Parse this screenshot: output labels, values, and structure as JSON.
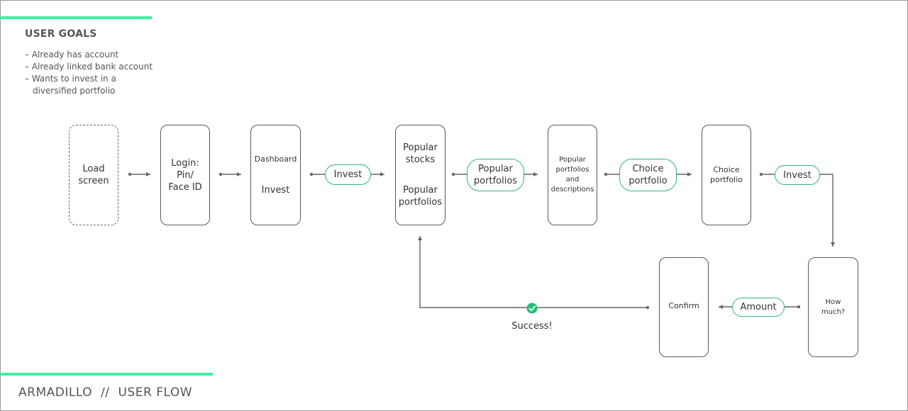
{
  "header": {
    "goals_title": "USER GOALS",
    "goals": [
      "– Already has account",
      "– Already linked bank account",
      "– Wants to invest in a",
      "diversified portfolio"
    ]
  },
  "footer": {
    "brand": "ARMADILLO",
    "separator": "//",
    "subtitle": "USER FLOW"
  },
  "screens": {
    "load": [
      "Load",
      "screen"
    ],
    "login": [
      "Login:",
      "Pin/",
      "Face ID"
    ],
    "dashboard": [
      "Dashboard",
      "Invest"
    ],
    "popular_stocks": [
      "Popular",
      "stocks"
    ],
    "popular_portfolios": [
      "Popular",
      "portfolios"
    ],
    "portfolio_descriptions": [
      "Popular",
      "portfolios",
      "and",
      "descriptions"
    ],
    "choice_portfolio": [
      "Choice",
      "portfolio"
    ],
    "how_much": [
      "How",
      "much?"
    ],
    "confirm": [
      "Confirm"
    ]
  },
  "actions": {
    "invest_1": [
      "Invest"
    ],
    "popular_portfolios": [
      "Popular",
      "portfolios"
    ],
    "choice_portfolio": [
      "Choice",
      "portfolio"
    ],
    "invest_2": [
      "Invest"
    ],
    "amount": [
      "Amount"
    ]
  },
  "success": {
    "label": "Success!"
  },
  "colors": {
    "accent": "#3ef0a0",
    "pill_border": "#2fb57c",
    "success": "#1fbf7a",
    "connector": "#666666"
  }
}
